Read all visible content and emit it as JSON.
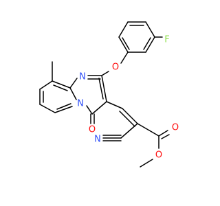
{
  "molecule": {
    "atoms": [
      {
        "id": "F",
        "label": "F",
        "color": "#90e050"
      },
      {
        "id": "O_ph",
        "label": "O",
        "color": "#ff0d0d"
      },
      {
        "id": "N_a",
        "label": "N",
        "color": "#3050f8"
      },
      {
        "id": "N_b",
        "label": "N",
        "color": "#3050f8"
      },
      {
        "id": "O_ko",
        "label": "O",
        "color": "#ff0d0d"
      },
      {
        "id": "N_cn",
        "label": "N",
        "color": "#3050f8"
      },
      {
        "id": "O_es1",
        "label": "O",
        "color": "#ff0d0d"
      },
      {
        "id": "O_es2",
        "label": "O",
        "color": "#ff0d0d"
      }
    ],
    "colors": {
      "bond": "#000000",
      "carbon": "#000000",
      "nitrogen": "#3050f8",
      "oxygen": "#ff0d0d",
      "fluorine": "#90e050",
      "background": "#ffffff"
    }
  }
}
